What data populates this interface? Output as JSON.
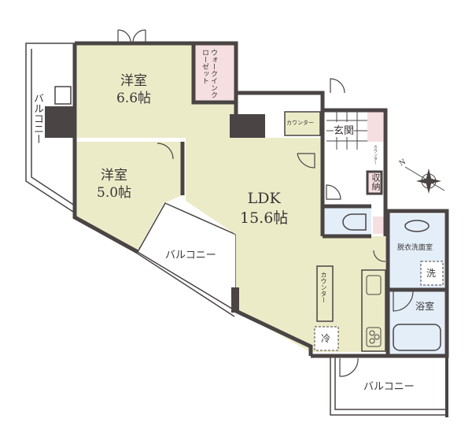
{
  "colors": {
    "wall": "#4a4444",
    "room": "#ecebc8",
    "closet": "#f6dfe0",
    "wet_area": "#e3eef8",
    "balcony": "#ffffff"
  },
  "rooms": {
    "western1": {
      "name": "洋室",
      "size": "6.6帖"
    },
    "walk_in_closet": {
      "name": "ウォークインクローゼット"
    },
    "western2": {
      "name": "洋室",
      "size": "5.0帖"
    },
    "ldk": {
      "name": "LDK",
      "size": "15.6帖"
    },
    "entrance": {
      "name": "玄関"
    },
    "storage": {
      "name": "収納"
    },
    "washroom": {
      "name": "脱衣洗面室",
      "washer": "洗"
    },
    "bathroom": {
      "name": "浴室"
    },
    "fridge": "冷",
    "counter_top": "カウンター",
    "counter_entrance": "カウンター",
    "counter_kitchen": "カウンター",
    "balcony_left": "バルコニー",
    "balcony_middle": "バルコニー",
    "balcony_bottom": "バルコニー"
  },
  "compass": {
    "label": "N"
  }
}
